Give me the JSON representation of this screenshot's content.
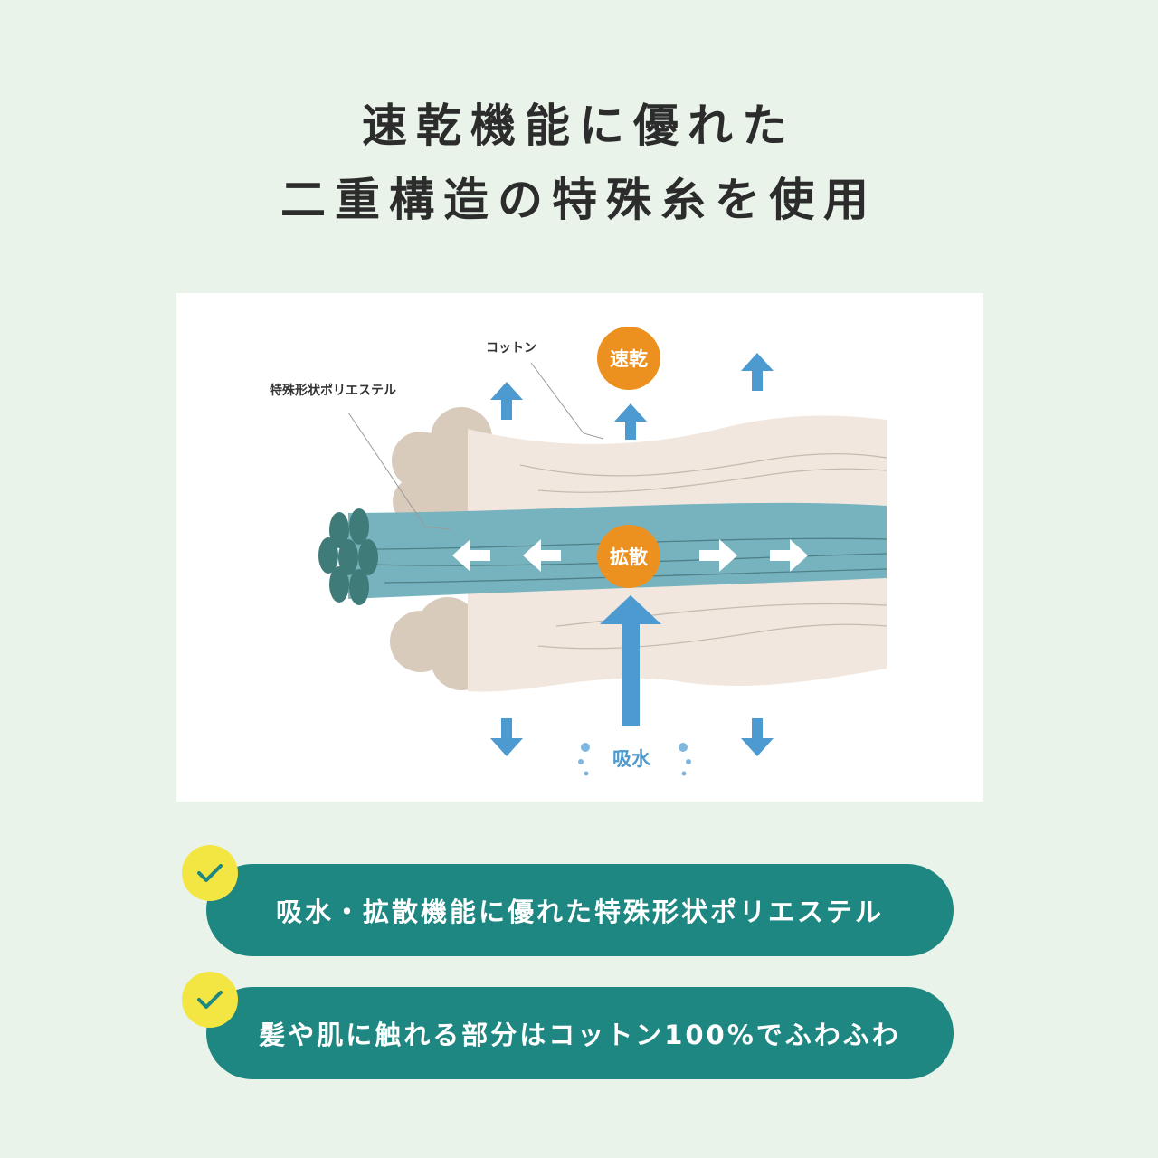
{
  "headline": {
    "line1": "速乾機能に優れた",
    "line2": "二重構造の特殊糸を使用"
  },
  "diagram": {
    "label_cotton": "コットン",
    "label_polyester": "特殊形状ポリエステル",
    "badge_quick_dry": "速乾",
    "badge_diffusion": "拡散",
    "label_absorb": "吸水",
    "colors": {
      "cotton": "#f1e7de",
      "cotton_knot": "#d8cbbb",
      "polyester": "#77b3bf",
      "polyester_end": "#3f7b78",
      "arrow": "#4c9ad0",
      "badge": "#ec9120"
    }
  },
  "features": [
    {
      "text": "吸水・拡散機能に優れた特殊形状ポリエステル",
      "icon": "check-icon"
    },
    {
      "text": "髪や肌に触れる部分はコットン100%でふわふわ",
      "icon": "check-icon"
    }
  ],
  "colors": {
    "background": "#e9f3ea",
    "pill": "#1e8781",
    "check": "#f3e642"
  }
}
